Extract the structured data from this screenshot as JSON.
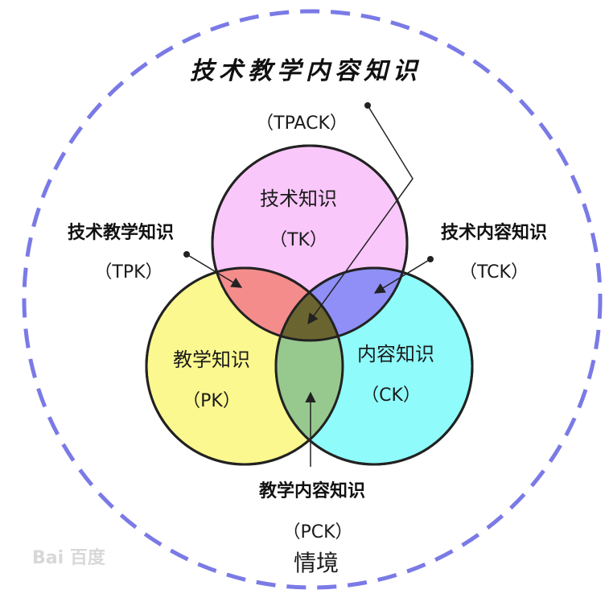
{
  "title": "技术教学内容知识",
  "title_abbr": "（TPACK）",
  "context_label": "情境",
  "circles": {
    "tk": {
      "label": "技术知识",
      "abbr": "（TK）",
      "color": "#f9c7f9"
    },
    "pk": {
      "label": "教学知识",
      "abbr": "（PK）",
      "color": "#fbf88f"
    },
    "ck": {
      "label": "内容知识",
      "abbr": "（CK）",
      "color": "#8ffcfb"
    }
  },
  "overlaps": {
    "tpk": {
      "label": "技术教学知识",
      "abbr": "（TPK）",
      "color": "#f58c8c"
    },
    "tck": {
      "label": "技术内容知识",
      "abbr": "（TCK）",
      "color": "#8f8ff7"
    },
    "pck": {
      "label": "教学内容知识",
      "abbr": "（PCK）",
      "color": "#97c98f"
    },
    "tpack": {
      "color": "#6a6530"
    }
  },
  "context_circle_color": "#7a7ae6",
  "watermark": {
    "text": "Bai 百度"
  }
}
